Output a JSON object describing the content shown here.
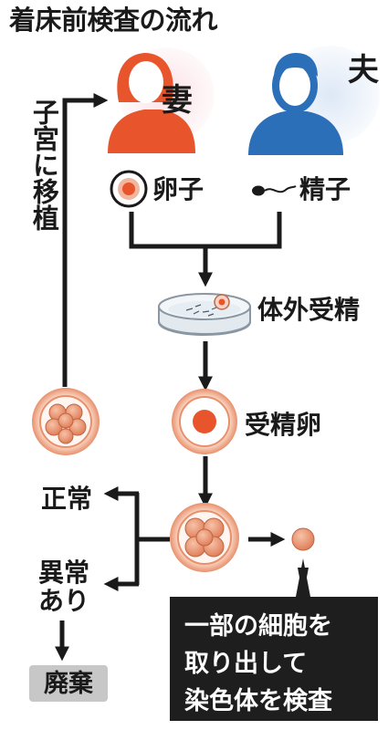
{
  "title": "着床前検査の流れ",
  "parents": {
    "wife_label": "妻",
    "husband_label": "夫",
    "wife_color": "#e8542b",
    "husband_color": "#2b6fb8"
  },
  "cells": {
    "egg_label": "卵子",
    "sperm_label": "精子",
    "ivf_label": "体外受精",
    "fertilized_label": "受精卵"
  },
  "sorting": {
    "normal_label": "正常",
    "abnormal_label": "異常あり",
    "discard_label": "廃棄",
    "transfer_label": "子宮に移植"
  },
  "callout": {
    "lines": [
      "一部の細胞を",
      "取り出して",
      "染色体を検査"
    ]
  }
}
